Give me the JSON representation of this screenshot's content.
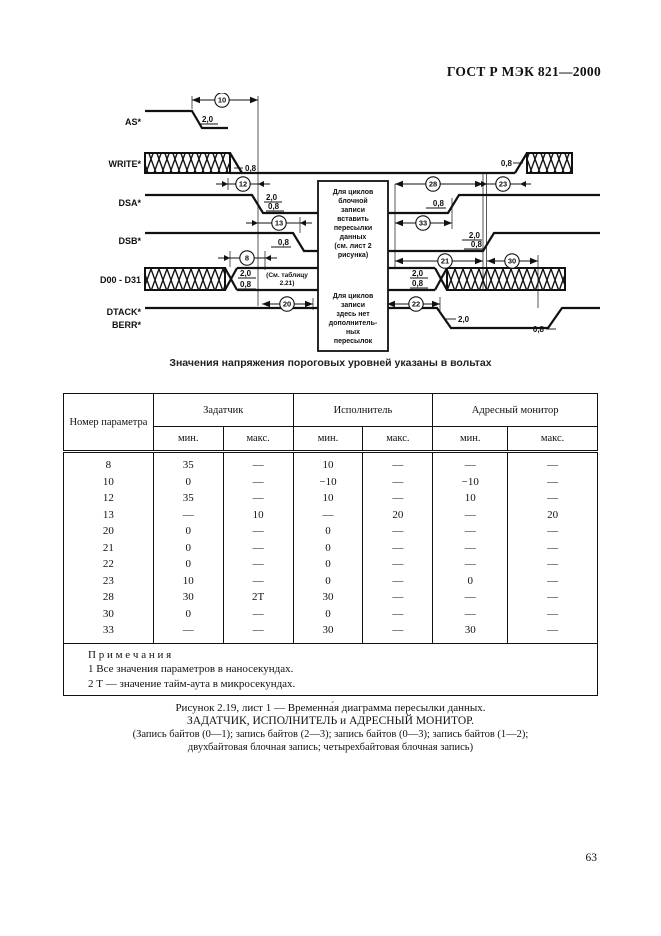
{
  "header": {
    "doc_number": "ГОСТ Р МЭК 821—2000"
  },
  "diagram": {
    "signals": [
      "AS*",
      "WRITE*",
      "DSA*",
      "DSB*",
      "D00 - D31",
      "DTACK*",
      "BERR*"
    ],
    "thresholds": {
      "high": "2,0",
      "low": "0,8"
    },
    "callouts": {
      "p10": "10",
      "p12": "12",
      "p13": "13",
      "p8": "8",
      "p28": "28",
      "p23": "23",
      "p33": "33",
      "p20": "20",
      "p22": "22",
      "p21": "21",
      "p30": "30"
    },
    "box": {
      "top_lines": [
        "Для циклов",
        "блочной",
        "записи",
        "вставить",
        "пересылки",
        "данных",
        "(см. лист 2",
        "рисунка)"
      ],
      "bottom_lines": [
        "Для циклов",
        "записи",
        "здесь нет",
        "дополнитель-",
        "ных",
        "пересылок"
      ]
    },
    "see_table": [
      "(См. таблицу",
      "2.21)"
    ],
    "caption": "Значения напряжения пороговых уровней указаны в вольтах"
  },
  "table": {
    "param_header": "Номер параметра",
    "col_groups": [
      "Задатчик",
      "Исполнитель",
      "Адресный монитор"
    ],
    "min_label": "мин.",
    "max_label": "макс.",
    "rows": [
      {
        "param": "8",
        "values": [
          "35",
          "—",
          "10",
          "—",
          "—",
          "—"
        ]
      },
      {
        "param": "10",
        "values": [
          "0",
          "—",
          "−10",
          "—",
          "−10",
          "—"
        ]
      },
      {
        "param": "12",
        "values": [
          "35",
          "—",
          "10",
          "—",
          "10",
          "—"
        ]
      },
      {
        "param": "13",
        "values": [
          "—",
          "10",
          "—",
          "20",
          "—",
          "20"
        ]
      },
      {
        "param": "20",
        "values": [
          "0",
          "—",
          "0",
          "—",
          "—",
          "—"
        ]
      },
      {
        "param": "21",
        "values": [
          "0",
          "—",
          "0",
          "—",
          "—",
          "—"
        ]
      },
      {
        "param": "22",
        "values": [
          "0",
          "—",
          "0",
          "—",
          "—",
          "—"
        ]
      },
      {
        "param": "23",
        "values": [
          "10",
          "—",
          "0",
          "—",
          "0",
          "—"
        ]
      },
      {
        "param": "28",
        "values": [
          "30",
          "2T",
          "30",
          "—",
          "—",
          "—"
        ]
      },
      {
        "param": "30",
        "values": [
          "0",
          "—",
          "0",
          "—",
          "—",
          "—"
        ]
      },
      {
        "param": "33",
        "values": [
          "—",
          "—",
          "30",
          "—",
          "30",
          "—"
        ]
      }
    ],
    "notes": {
      "title": "П р и м е ч а н и я",
      "items": [
        "1 Все значения параметров в наносекундах.",
        "2 Т — значение тайм-аута в микросекундах."
      ]
    }
  },
  "figure_caption": {
    "line1": "Рисунок 2.19,  лист 1 — Временна́я диаграмма пересылки данных.",
    "line2": "ЗАДАТЧИК, ИСПОЛНИТЕЛЬ и АДРЕСНЫЙ МОНИТОР.",
    "line3": "(Запись байтов (0—1); запись байтов (2—3); запись байтов (0—3); запись байтов (1—2);",
    "line4": "двухбайтовая блочная запись; четырехбайтовая блочная запись)"
  },
  "page_number": "63"
}
